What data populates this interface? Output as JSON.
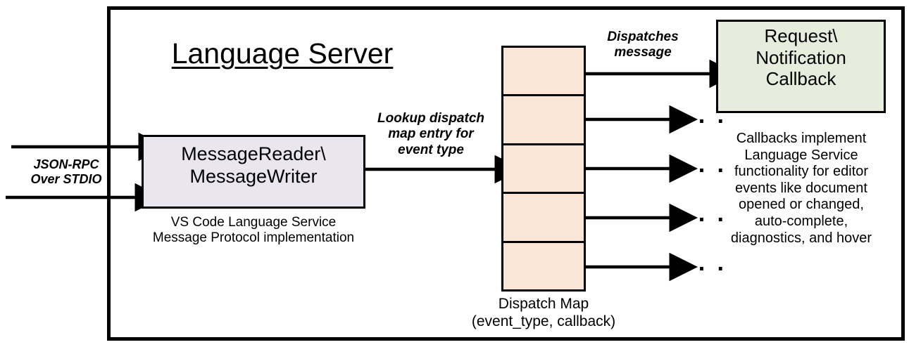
{
  "diagram": {
    "title": "Language Server",
    "outer_border_color": "#000000",
    "background": "#ffffff"
  },
  "external_io": {
    "label": "JSON-RPC\nOver STDIO",
    "outbound_arrow": "arrow-left-out",
    "inbound_arrow": "arrow-right-in"
  },
  "message_handler": {
    "label": "MessageReader\\\nMessageWriter",
    "caption": "VS Code Language Service\nMessage Protocol implementation",
    "fill": "#EAE6F0"
  },
  "lookup": {
    "label": "Lookup dispatch\nmap entry for\nevent type"
  },
  "dispatch_map": {
    "caption": "Dispatch Map\n(event_type, callback)",
    "fill": "#FBE5D6",
    "cell_count": 5,
    "cells": [
      {
        "marker": "filled-dot",
        "out_arrow": "to-callback"
      },
      {
        "marker": "filled-dot",
        "out_arrow": "to-ellipsis"
      },
      {
        "marker": "filled-dot",
        "out_arrow": "to-ellipsis"
      },
      {
        "marker": "filled-dot",
        "out_arrow": "to-ellipsis"
      },
      {
        "marker": "filled-dot",
        "out_arrow": "to-ellipsis"
      }
    ],
    "ellipsis_glyph": "· · ·"
  },
  "dispatch_edge": {
    "label": "Dispatches\nmessage"
  },
  "callback": {
    "label": "Request\\\nNotification\nCallback",
    "caption": "Callbacks implement\nLanguage Service\nfunctionality for editor\nevents like document\nopened or changed,\nauto-complete,\ndiagnostics, and hover",
    "fill": "#E6EDDC"
  }
}
